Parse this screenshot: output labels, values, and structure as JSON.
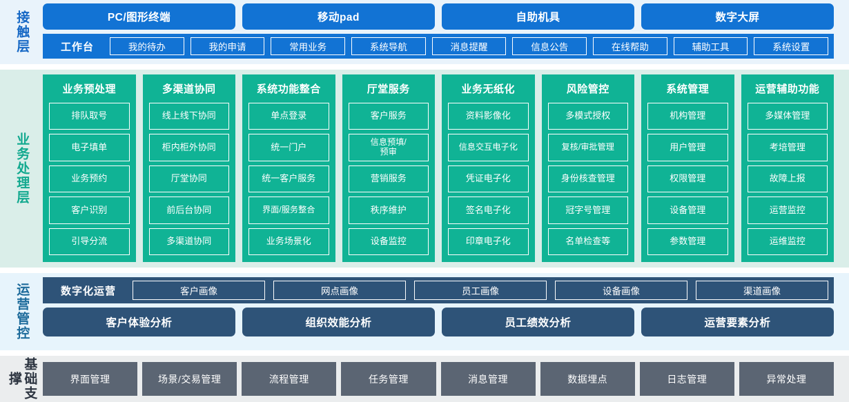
{
  "bands": {
    "contact": {
      "label": "接触层",
      "channels": [
        "PC/图形终端",
        "移动pad",
        "自助机具",
        "数字大屏"
      ],
      "workbench_title": "工作台",
      "workbench_items": [
        "我的待办",
        "我的申请",
        "常用业务",
        "系统导航",
        "消息提醒",
        "信息公告",
        "在线帮助",
        "辅助工具",
        "系统设置"
      ]
    },
    "business": {
      "label": "业务处理层",
      "columns": [
        {
          "title": "业务预处理",
          "items": [
            "排队取号",
            "电子填单",
            "业务预约",
            "客户识别",
            "引导分流"
          ]
        },
        {
          "title": "多渠道协同",
          "items": [
            "线上线下协同",
            "柜内柜外协同",
            "厅堂协同",
            "前后台协同",
            "多渠道协同"
          ]
        },
        {
          "title": "系统功能整合",
          "items": [
            "单点登录",
            "统一门户",
            "统一客户服务",
            "界面/服务整合",
            "业务场景化"
          ]
        },
        {
          "title": "厅堂服务",
          "items": [
            "客户服务",
            "信息预填/\n预审",
            "营销服务",
            "秩序维护",
            "设备监控"
          ]
        },
        {
          "title": "业务无纸化",
          "items": [
            "资料影像化",
            "信息交互电子化",
            "凭证电子化",
            "签名电子化",
            "印章电子化"
          ]
        },
        {
          "title": "风险管控",
          "items": [
            "多模式授权",
            "复核/审批管理",
            "身份核查管理",
            "冠字号管理",
            "名单检查等"
          ]
        },
        {
          "title": "系统管理",
          "items": [
            "机构管理",
            "用户管理",
            "权限管理",
            "设备管理",
            "参数管理"
          ]
        },
        {
          "title": "运营辅助功能",
          "items": [
            "多媒体管理",
            "考培管理",
            "故障上报",
            "运营监控",
            "运维监控"
          ]
        }
      ]
    },
    "ops": {
      "label": "运营管控",
      "portrait_title": "数字化运营",
      "portraits": [
        "客户画像",
        "网点画像",
        "员工画像",
        "设备画像",
        "渠道画像"
      ],
      "analyses": [
        "客户体验分析",
        "组织效能分析",
        "员工绩效分析",
        "运营要素分析"
      ]
    },
    "foundation": {
      "label": "基础支撑",
      "items": [
        "界面管理",
        "场景/交易管理",
        "流程管理",
        "任务管理",
        "消息管理",
        "数据埋点",
        "日志管理",
        "异常处理"
      ]
    }
  },
  "colors": {
    "contact_bg": "#e9f3fb",
    "contact_blue": "#1273d4",
    "business_bg": "#daeee9",
    "business_teal": "#10b395",
    "ops_bg": "#e7f4fc",
    "ops_steel": "#2e5378",
    "foundation_bg": "#ebedee",
    "foundation_slate": "#5b6573"
  }
}
